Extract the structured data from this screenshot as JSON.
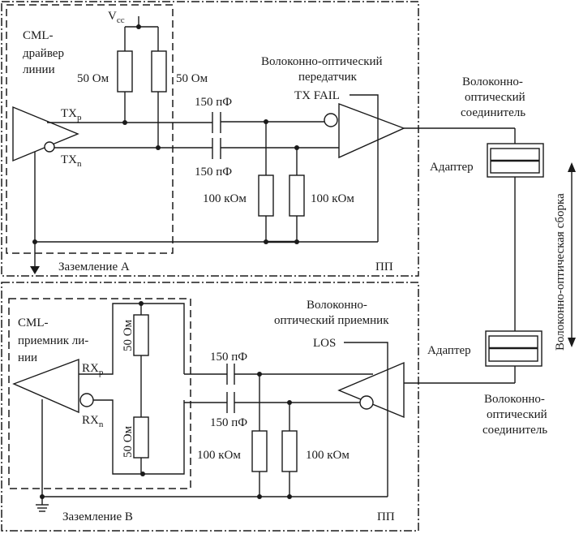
{
  "diagram": {
    "board_label": "ПП",
    "transmit_side": {
      "driver": {
        "title_line1": "CML-",
        "title_line2": "драйвер",
        "title_line3": "линии"
      },
      "vcc": {
        "main": "V",
        "sub": "cc"
      },
      "pullup_left": "50 Ом",
      "pullup_right": "50 Ом",
      "txp": {
        "main": "TX",
        "sub": "p"
      },
      "txn": {
        "main": "TX",
        "sub": "n"
      },
      "cap_top": "150 пФ",
      "cap_bottom": "150 пФ",
      "bias_left": "100 кОм",
      "bias_right": "100 кОм",
      "transmitter": {
        "line1": "Волоконно-оптический",
        "line2": "передатчик"
      },
      "tx_fail": "TX FAIL",
      "ground": "Заземление А"
    },
    "receive_side": {
      "receiver": {
        "title_line1": "CML-",
        "title_line2": "приемник ли-",
        "title_line3": "нии"
      },
      "term_top": "50 Ом",
      "term_bottom": "50 Ом",
      "rxp": {
        "main": "RX",
        "sub": "p"
      },
      "rxn": {
        "main": "RX",
        "sub": "n"
      },
      "cap_top": "150 пФ",
      "cap_bottom": "150 пФ",
      "bias_left": "100 кОм",
      "bias_right": "100 кОм",
      "optical_receiver": {
        "line1": "Волоконно-",
        "line2": "оптический приемник"
      },
      "los": "LOS",
      "ground": "Заземление B"
    },
    "connector_top": {
      "line1": "Волоконно-",
      "line2": "оптический",
      "line3": "соединитель",
      "adapter": "Адаптер"
    },
    "connector_bottom": {
      "line1": "Волоконно-",
      "line2": "оптический",
      "line3": "соединитель",
      "adapter": "Адаптер"
    },
    "cable_assembly": "Волоконно-оптическая сборка"
  }
}
